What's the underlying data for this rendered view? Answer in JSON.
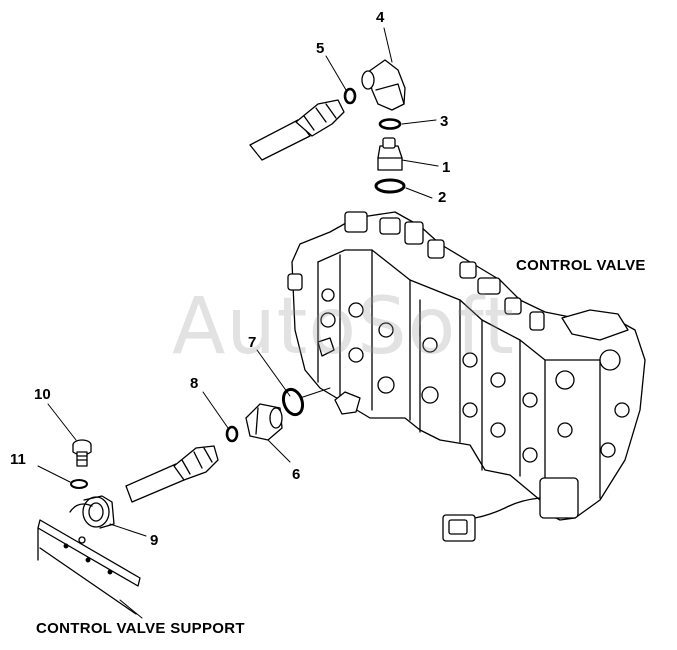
{
  "title_main": "CONTROL VALVE",
  "title_support": "CONTROL VALVE SUPPORT",
  "watermark": "AutoSoft",
  "callouts": [
    "1",
    "2",
    "3",
    "4",
    "5",
    "6",
    "7",
    "8",
    "9",
    "10",
    "11"
  ],
  "colors": {
    "ink": "#000000",
    "background": "#ffffff",
    "watermark": "#969696"
  }
}
